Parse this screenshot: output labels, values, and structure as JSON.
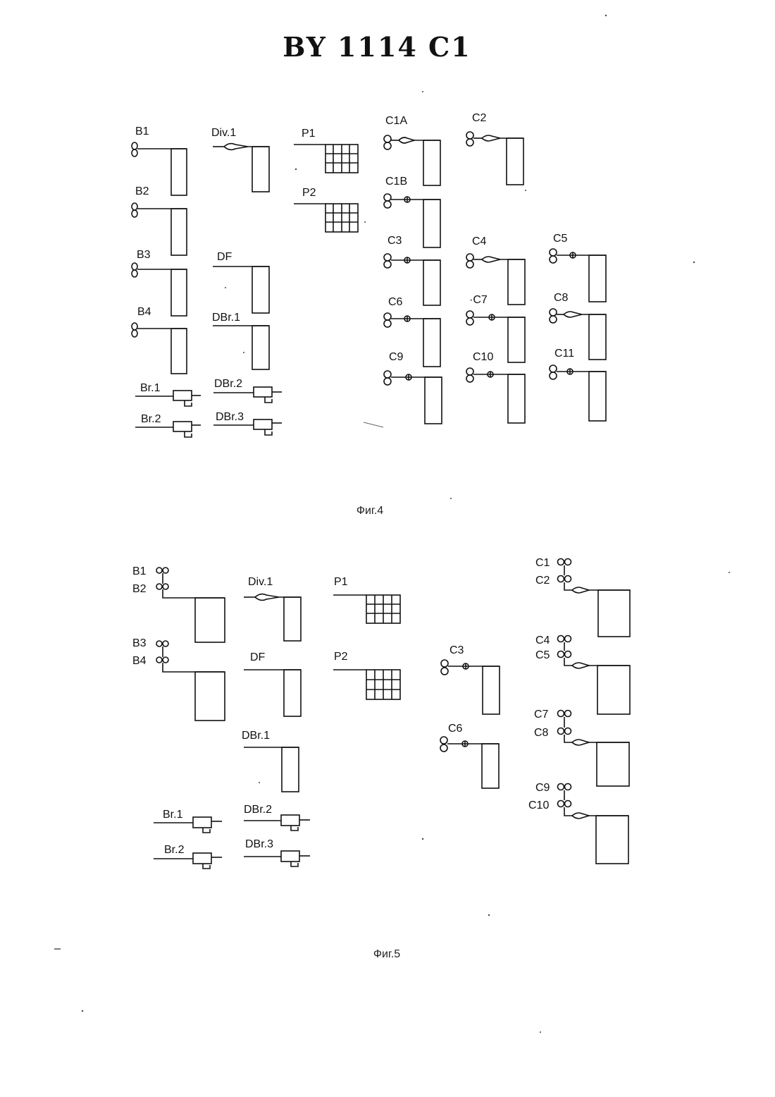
{
  "header": {
    "patent_number": "BY 1114 C1"
  },
  "fig4": {
    "caption": "Фиг.4",
    "labels": {
      "B1": "B1",
      "B2": "B2",
      "B3": "B3",
      "B4": "B4",
      "Div1": "Div.1",
      "DF": "DF",
      "DBr1": "DBr.1",
      "P1": "P1",
      "P2": "P2",
      "Br1": "Br.1",
      "Br2": "Br.2",
      "DBr2": "DBr.2",
      "DBr3": "DBr.3",
      "C1A": "C1A",
      "C1B": "C1B",
      "C2": "C2",
      "C3": "C3",
      "C4": "C4",
      "C5": "C5",
      "C6": "C6",
      "C7": "·C7",
      "C8": "C8",
      "C9": "C9",
      "C10": "C10",
      "C11": "C11"
    }
  },
  "fig5": {
    "caption": "Фиг.5",
    "labels": {
      "B1": "B1",
      "B2": "B2",
      "B3": "B3",
      "B4": "B4",
      "Div1": "Div.1",
      "DF": "DF",
      "DBr1": "DBr.1",
      "P1": "P1",
      "P2": "P2",
      "Br1": "Br.1",
      "Br2": "Br.2",
      "DBr2": "DBr.2",
      "DBr3": "DBr.3",
      "C1": "C1",
      "C2": "C2",
      "C3": "C3",
      "C4": "C4",
      "C5": "C5",
      "C6": "C6",
      "C7": "C7",
      "C8": "C8",
      "C9": "C9",
      "C10": "C10"
    }
  }
}
